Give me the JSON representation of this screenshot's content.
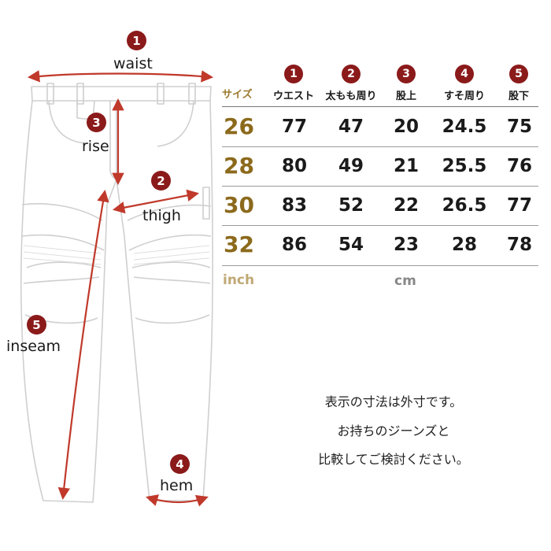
{
  "measurements": {
    "waist": {
      "number": "1",
      "label": "waist"
    },
    "rise": {
      "number": "3",
      "label": "rise"
    },
    "thigh": {
      "number": "2",
      "label": "thigh"
    },
    "inseam": {
      "number": "5",
      "label": "inseam"
    },
    "hem": {
      "number": "4",
      "label": "hem"
    }
  },
  "table": {
    "size_header": "サイズ",
    "columns": [
      {
        "number": "1",
        "label": "ウエスト"
      },
      {
        "number": "2",
        "label": "太もも周り"
      },
      {
        "number": "3",
        "label": "股上"
      },
      {
        "number": "4",
        "label": "すそ周り"
      },
      {
        "number": "5",
        "label": "股下"
      }
    ],
    "rows": [
      {
        "size": "26",
        "values": [
          "77",
          "47",
          "20",
          "24.5",
          "75"
        ]
      },
      {
        "size": "28",
        "values": [
          "80",
          "49",
          "21",
          "25.5",
          "76"
        ]
      },
      {
        "size": "30",
        "values": [
          "83",
          "52",
          "22",
          "26.5",
          "77"
        ]
      },
      {
        "size": "32",
        "values": [
          "86",
          "54",
          "23",
          "28",
          "78"
        ]
      }
    ],
    "size_unit": "inch",
    "measure_unit": "cm"
  },
  "notes": [
    "表示の寸法は外寸です。",
    "お持ちのジーンズと",
    "比較してご検討ください。"
  ],
  "colors": {
    "badge": "#8b1a1a",
    "size_text": "#8c6a1c",
    "arrow": "#c0392b",
    "outline": "#cfcfcf"
  }
}
